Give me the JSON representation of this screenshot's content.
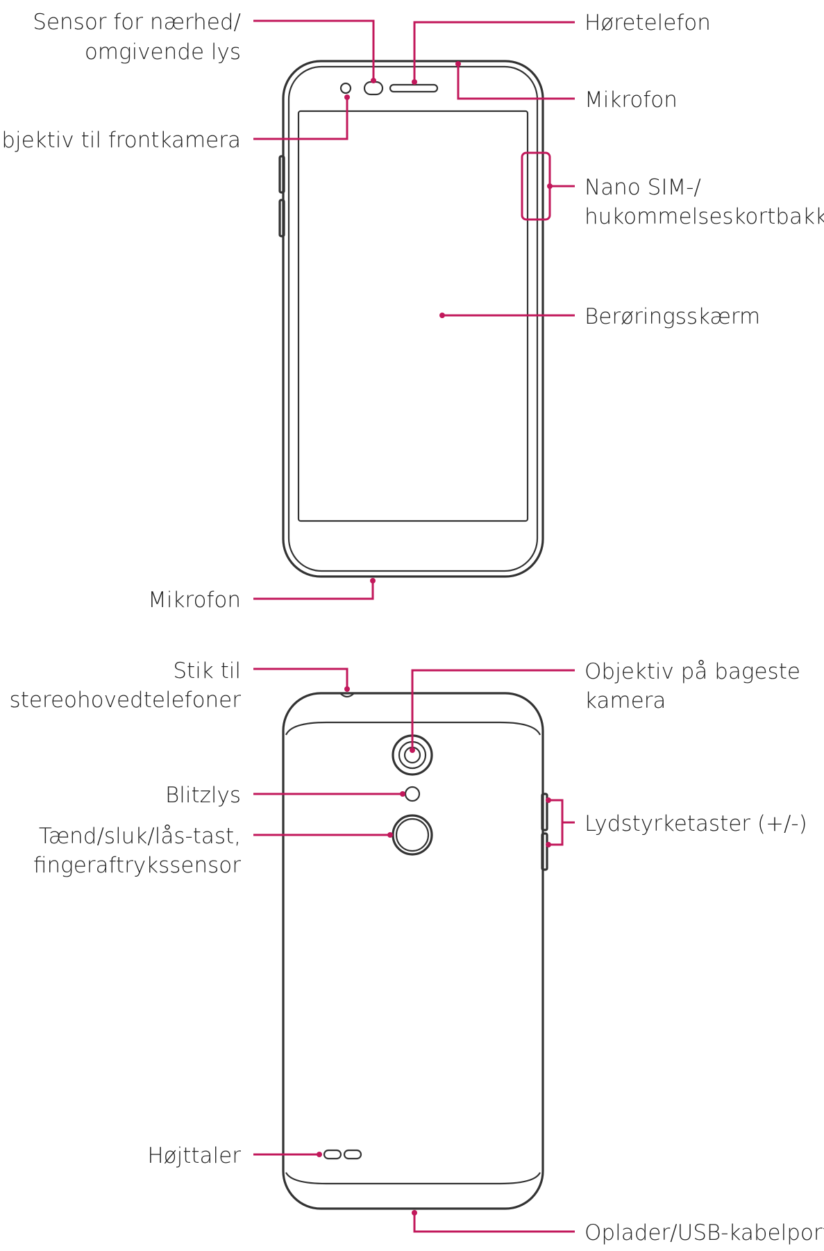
{
  "accent_color": "#c2185b",
  "front_view": {
    "labels": {
      "proximity_sensor_1": "Sensor for nærhed/",
      "proximity_sensor_2": "omgivende lys",
      "front_camera": "Objektiv til frontkamera",
      "earpiece": "Høretelefon",
      "microphone_top": "Mikrofon",
      "sim_tray_1": "Nano SIM-/",
      "sim_tray_2": "hukommelseskortbakke",
      "touchscreen": "Berøringsskærm",
      "microphone_bottom": "Mikrofon"
    }
  },
  "back_view": {
    "labels": {
      "headset_jack_1": "Stik til",
      "headset_jack_2": "stereohovedtelefoner",
      "rear_camera_1": "Objektiv på bageste",
      "rear_camera_2": "kamera",
      "flash": "Blitzlys",
      "power_key_1": "Tænd/sluk/lås-tast,",
      "power_key_2": "fingeraftrykssensor",
      "volume_keys": "Lydstyrketaster (+/-)",
      "speaker": "Højttaler",
      "charger_port": "Oplader/USB-kabelport"
    }
  }
}
